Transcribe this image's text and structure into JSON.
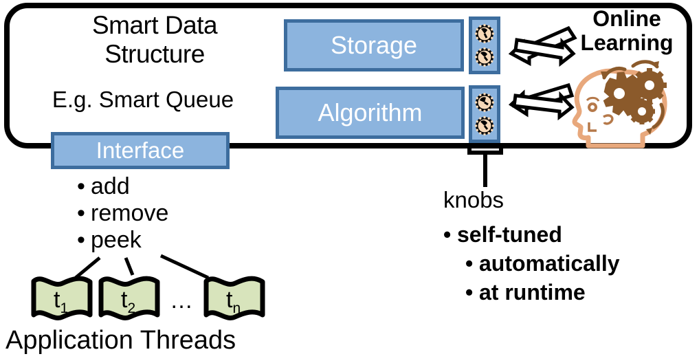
{
  "diagram": {
    "title": "Smart Data Structure / Online Learning architecture",
    "colors": {
      "box_fill": "#8CB4DE",
      "box_border": "#3D6D9E",
      "box_text": "#FFFFFF",
      "thread_fill": "#D8E4BC",
      "thread_border": "#000000",
      "outline": "#000000",
      "head_outline": "#E8A87C",
      "gear_fill": "#8B5A2B",
      "knob_dial": "#F7D9B8"
    }
  },
  "container": {
    "heading_line1": "Smart Data",
    "heading_line2": "Structure",
    "subheading": "E.g. Smart Queue"
  },
  "components": {
    "storage_label": "Storage",
    "algorithm_label": "Algorithm",
    "interface_label": "Interface"
  },
  "knob_panels": {
    "storage_knobs_name": "storage-knobs",
    "algorithm_knobs_name": "algorithm-knobs",
    "knob_count_each": 2
  },
  "online_learning": {
    "title_line1": "Online",
    "title_line2": "Learning",
    "icon": "head-with-gears-icon",
    "arrows": "bidirectional-double-arrows"
  },
  "interface_api": {
    "items": [
      {
        "bullet": "•",
        "label": "add"
      },
      {
        "bullet": "•",
        "label": "remove"
      },
      {
        "bullet": "•",
        "label": "peek"
      }
    ]
  },
  "knobs_notes": {
    "label": "knobs",
    "items": [
      {
        "bullet": "•",
        "label": "self-tuned",
        "indent": 0
      },
      {
        "bullet": "•",
        "label": "automatically",
        "indent": 1
      },
      {
        "bullet": "•",
        "label": "at runtime",
        "indent": 1
      }
    ]
  },
  "threads": {
    "caption": "Application Threads",
    "ellipsis": "…",
    "items": [
      {
        "base": "t",
        "sub": "1"
      },
      {
        "base": "t",
        "sub": "2"
      },
      {
        "base": "t",
        "sub": "n"
      }
    ]
  }
}
